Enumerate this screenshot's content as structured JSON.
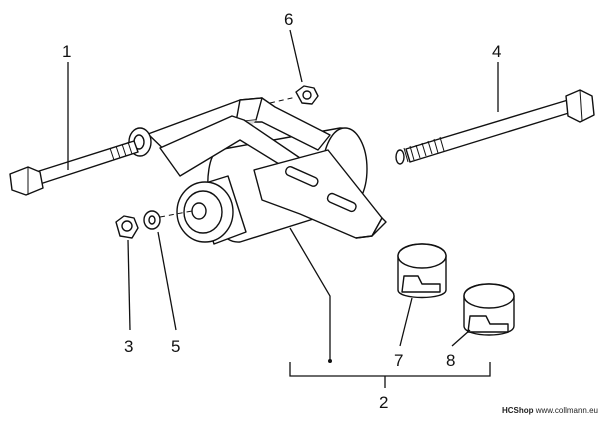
{
  "callouts": [
    "1",
    "2",
    "3",
    "4",
    "5",
    "6",
    "7",
    "8"
  ],
  "watermark": {
    "brand": "HCShop",
    "site": "www.collmann.eu"
  }
}
